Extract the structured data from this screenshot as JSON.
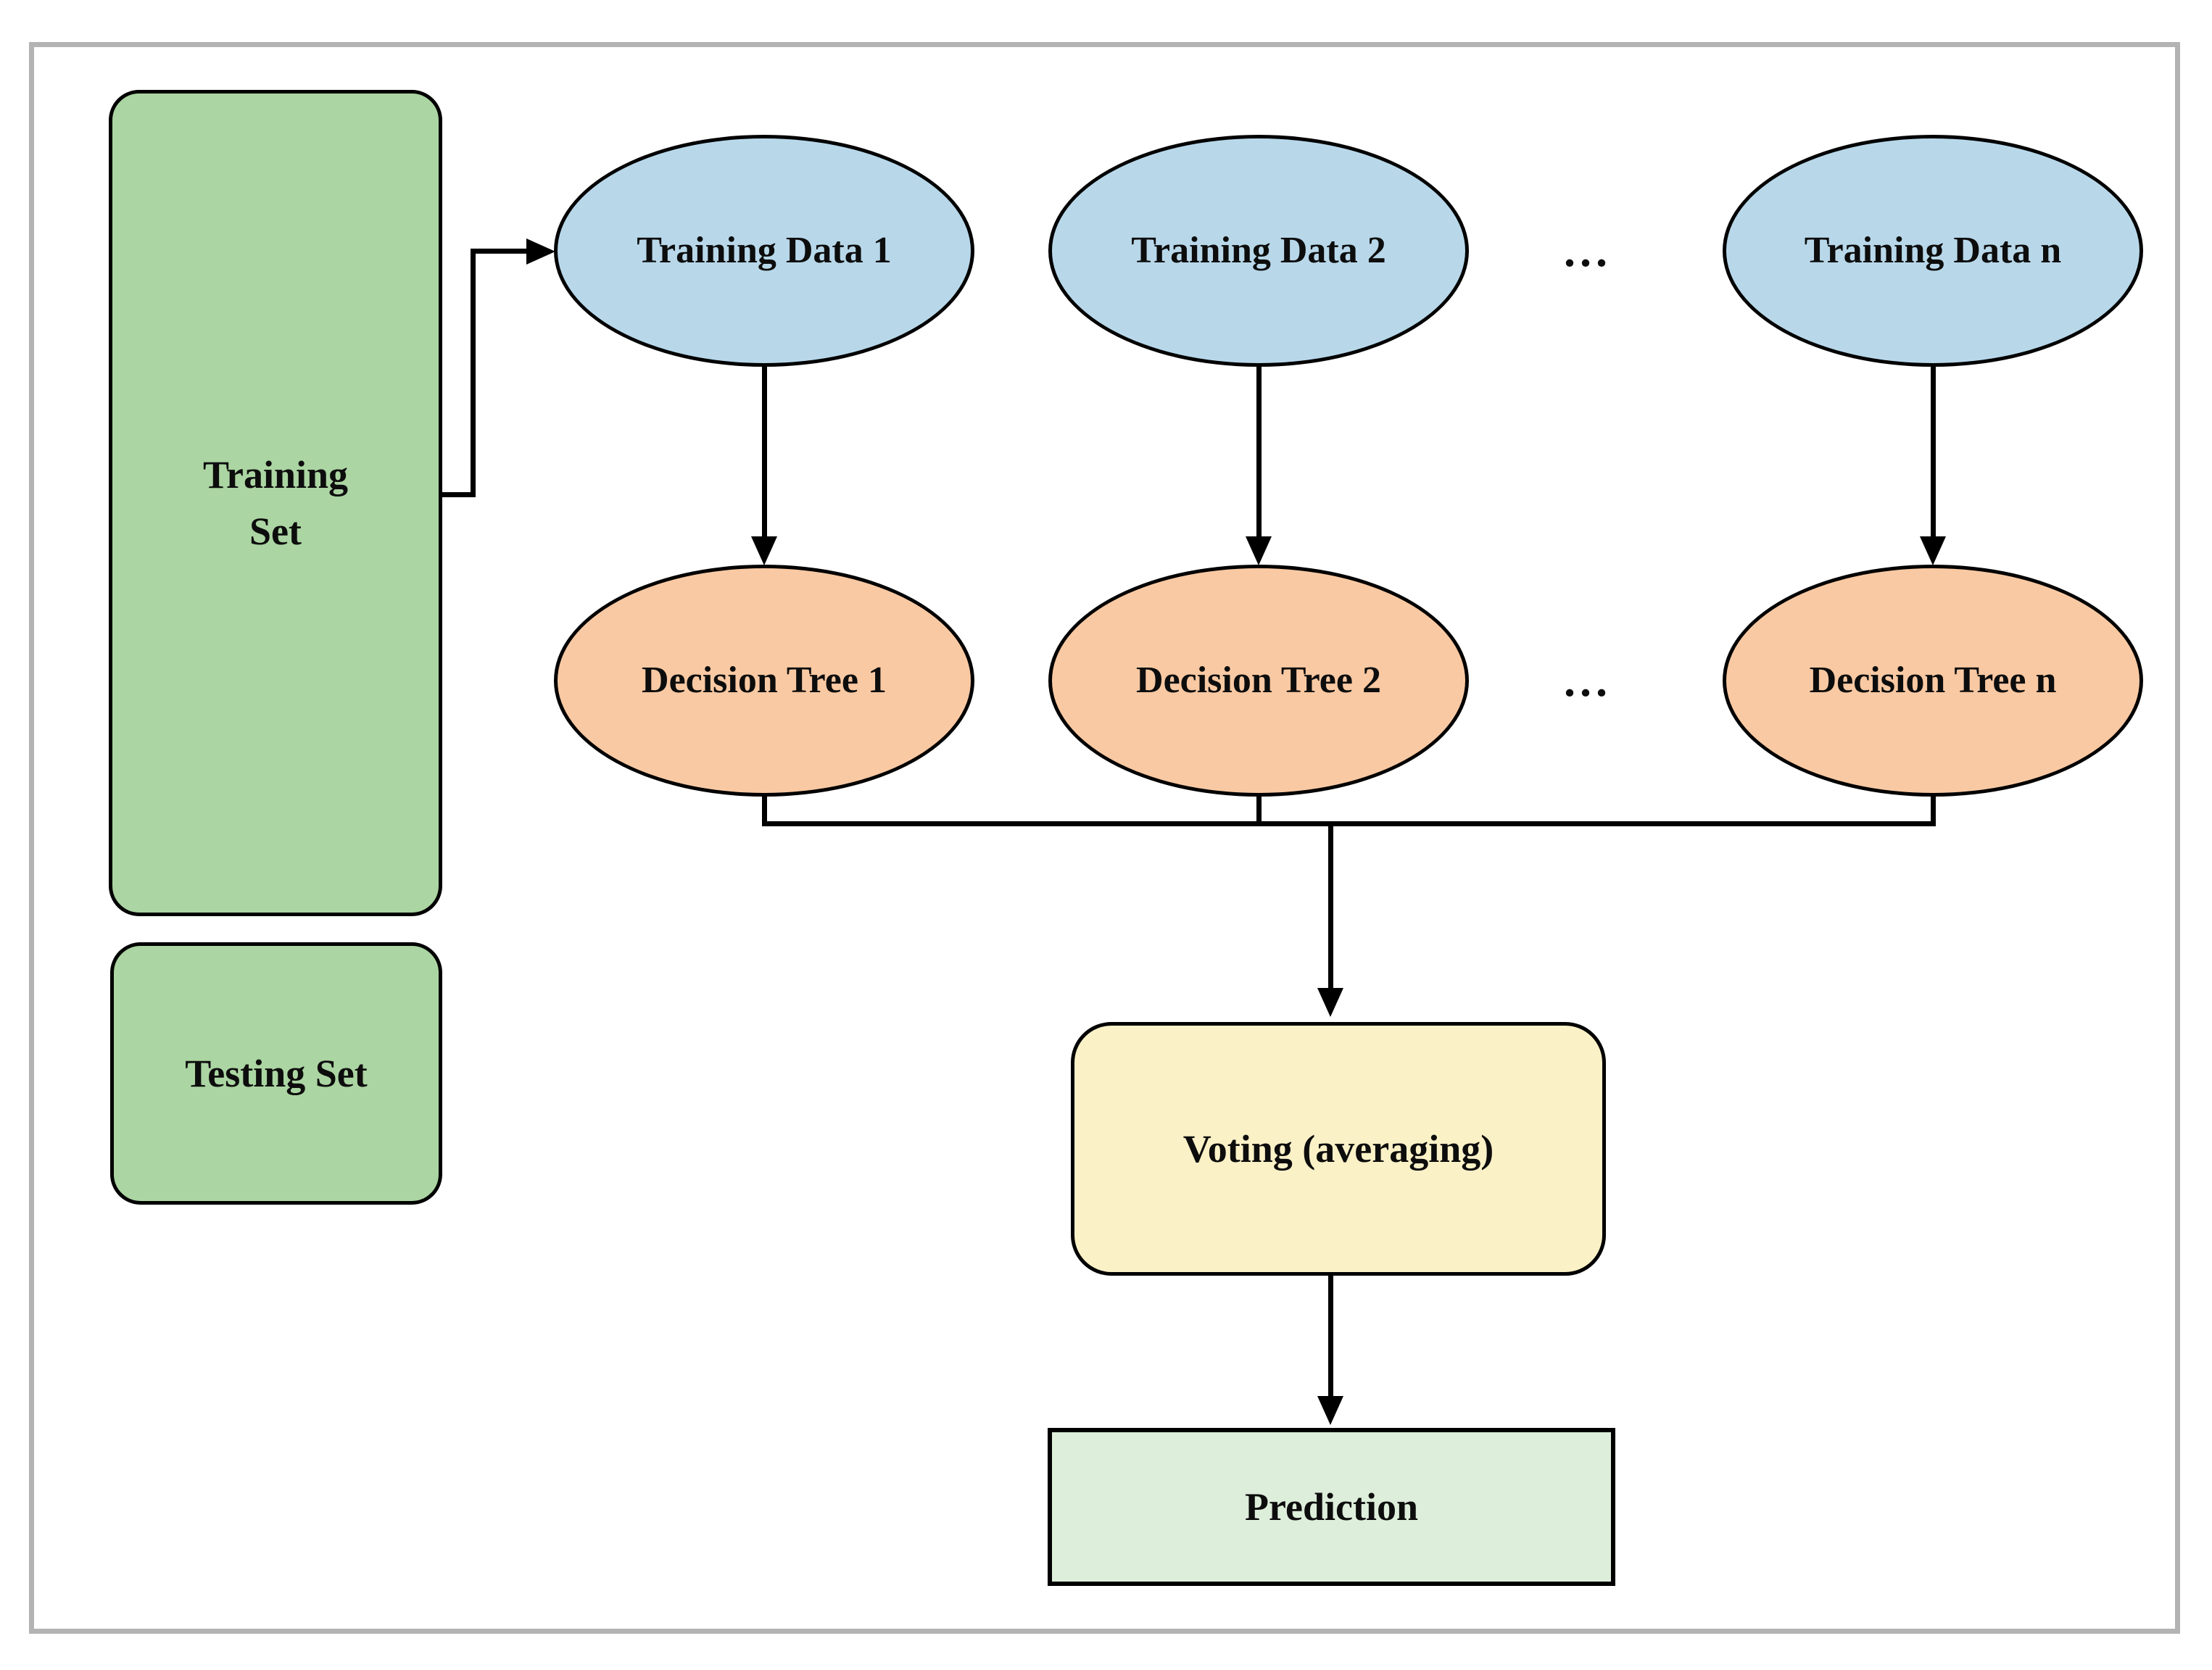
{
  "colors": {
    "frame-gray": "#b3b3b3",
    "box-green": "#abd5a2",
    "ellipse-blue": "#b8d8ea",
    "ellipse-orange": "#f9c9a3",
    "box-cream": "#fbf1c7",
    "box-palegreen": "#ddeeda",
    "line-black": "#000000"
  },
  "diagram": {
    "training_set": {
      "line1": "Training",
      "line2": "Set"
    },
    "testing_set": {
      "label": "Testing Set"
    },
    "training_data": [
      {
        "label": "Training Data 1"
      },
      {
        "label": "Training Data 2"
      },
      {
        "label": "Training Data n"
      }
    ],
    "decision_trees": [
      {
        "label": "Decision Tree 1"
      },
      {
        "label": "Decision Tree 2"
      },
      {
        "label": "Decision Tree n"
      }
    ],
    "ellipsis_top": "...",
    "ellipsis_bottom": "...",
    "voting": {
      "label": "Voting (averaging)"
    },
    "prediction": {
      "label": "Prediction"
    }
  }
}
